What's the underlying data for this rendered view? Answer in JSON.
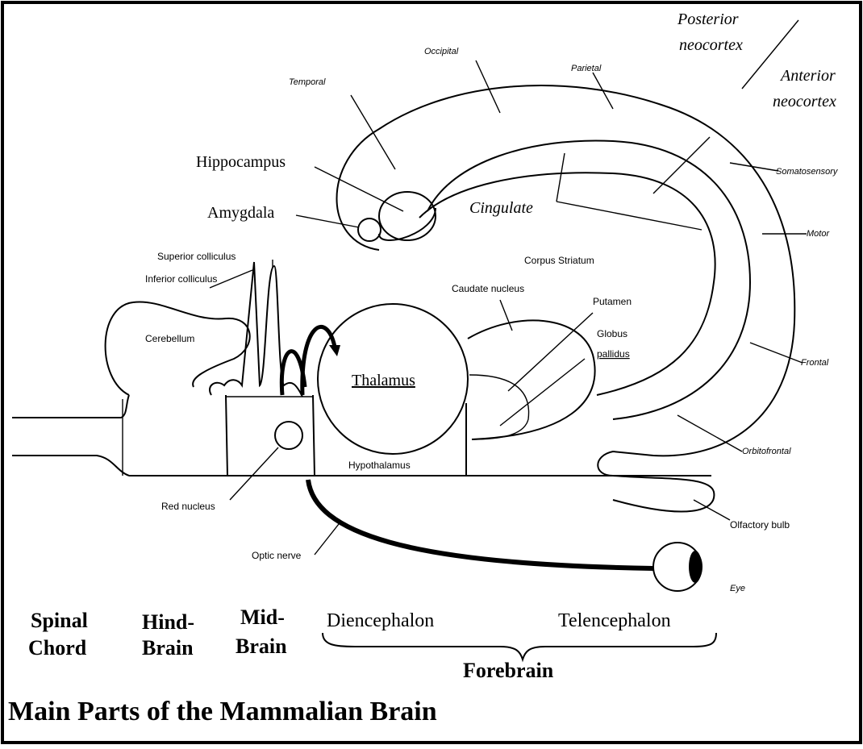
{
  "labels": {
    "posterior_neocortex": [
      "Posterior",
      "neocortex"
    ],
    "anterior_neocortex": [
      "Anterior",
      "neocortex"
    ],
    "occipital": "Occipital",
    "parietal": "Parietal",
    "temporal": "Temporal",
    "somatosensory": "Somatosensory",
    "motor": "Motor",
    "frontal": "Frontal",
    "orbitofrontal": "Orbitofrontal",
    "olfactory_bulb": "Olfactory bulb",
    "eye": "Eye",
    "hippocampus": "Hippocampus",
    "amygdala": "Amygdala",
    "cingulate": "Cingulate",
    "corpus_striatum": "Corpus Striatum",
    "caudate_nucleus": "Caudate nucleus",
    "putamen": "Putamen",
    "globus_pallidus": [
      "Globus",
      "pallidus"
    ],
    "superior_colliculus": "Superior colliculus",
    "inferior_colliculus": "Inferior colliculus",
    "cerebellum": "Cerebellum",
    "thalamus": "Thalamus",
    "hypothalamus": "Hypothalamus",
    "red_nucleus": "Red nucleus",
    "optic_nerve": "Optic nerve"
  },
  "divisions": {
    "spinal_chord": [
      "Spinal",
      "Chord"
    ],
    "hind_brain": [
      "Hind-",
      "Brain"
    ],
    "mid_brain": [
      "Mid-",
      "Brain"
    ],
    "diencephalon": "Diencephalon",
    "telencephalon": "Telencephalon",
    "forebrain": "Forebrain"
  },
  "title": "Main Parts of the Mammalian Brain"
}
